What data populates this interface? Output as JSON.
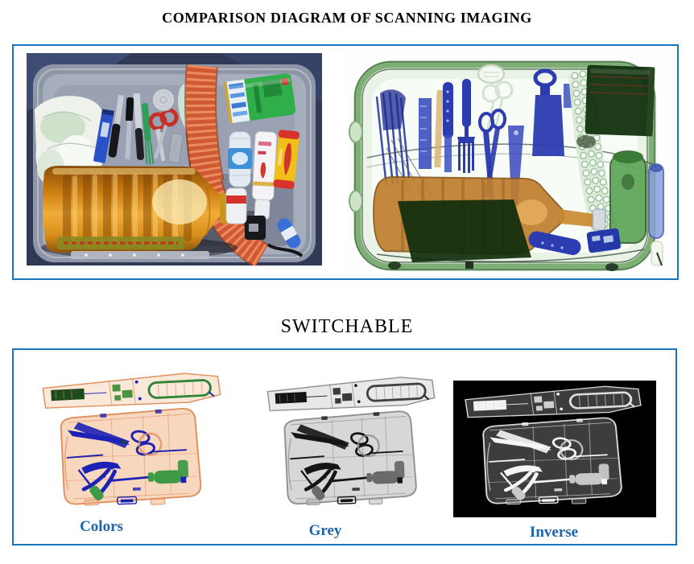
{
  "title": "COMPARISON DIAGRAM OF SCANNING IMAGING",
  "switchable": {
    "heading": "SWITCHABLE"
  },
  "scan_modes": {
    "colors_label": "Colors",
    "grey_label": "Grey",
    "inverse_label": "Inverse"
  },
  "theme": {
    "panel_border": "#1a76bc",
    "mode_label_color": "#1d64ae",
    "title_color": "#000000",
    "xray_case_green": "#7fae77",
    "xray_metal_blue": "#2c3cb0",
    "xray_organic_orange": "#c07f2e",
    "inverse_background": "#000000"
  }
}
